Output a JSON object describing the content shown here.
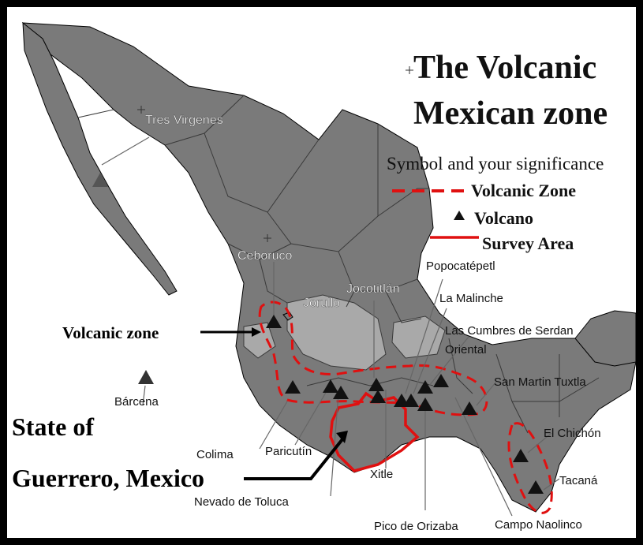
{
  "title": {
    "line1": "The Volcanic",
    "line2": "Mexican zone"
  },
  "legend": {
    "heading": "Symbol and your significance",
    "volcanic_zone": "Volcanic Zone",
    "volcano": "Volcano",
    "survey_area": "Survey Area"
  },
  "colors": {
    "land": "#7a7a7a",
    "land_light": "#a9a9a9",
    "sea": "#ffffff",
    "border": "#000000",
    "zone_red": "#e01010"
  },
  "volcanoes": {
    "tres_virgenes": "Tres Virgenes",
    "ceboruco": "Ceboruco",
    "jorullo": "Jorullo",
    "jocotitlan": "Jocotitlán",
    "popocatepetl": "Popocatépetl",
    "la_malinche": "La Malinche",
    "cumbres": "Las Cumbres de Serdan",
    "oriental": "Oriental",
    "san_martin": "San Martin Tuxtla",
    "el_chichon": "El Chichón",
    "tacana": "Tacaná",
    "campo_naolinco": "Campo Naolinco",
    "pico_orizaba": "Pico de Orizaba",
    "xitle": "Xitle",
    "nevado_toluca": "Nevado de Toluca",
    "paricutin": "Paricutín",
    "colima": "Colima",
    "barcena": "Bárcena"
  },
  "annotations": {
    "volcanic_zone": "Volcanic zone",
    "state_line1": "State of",
    "state_line2": "Guerrero, Mexico"
  }
}
